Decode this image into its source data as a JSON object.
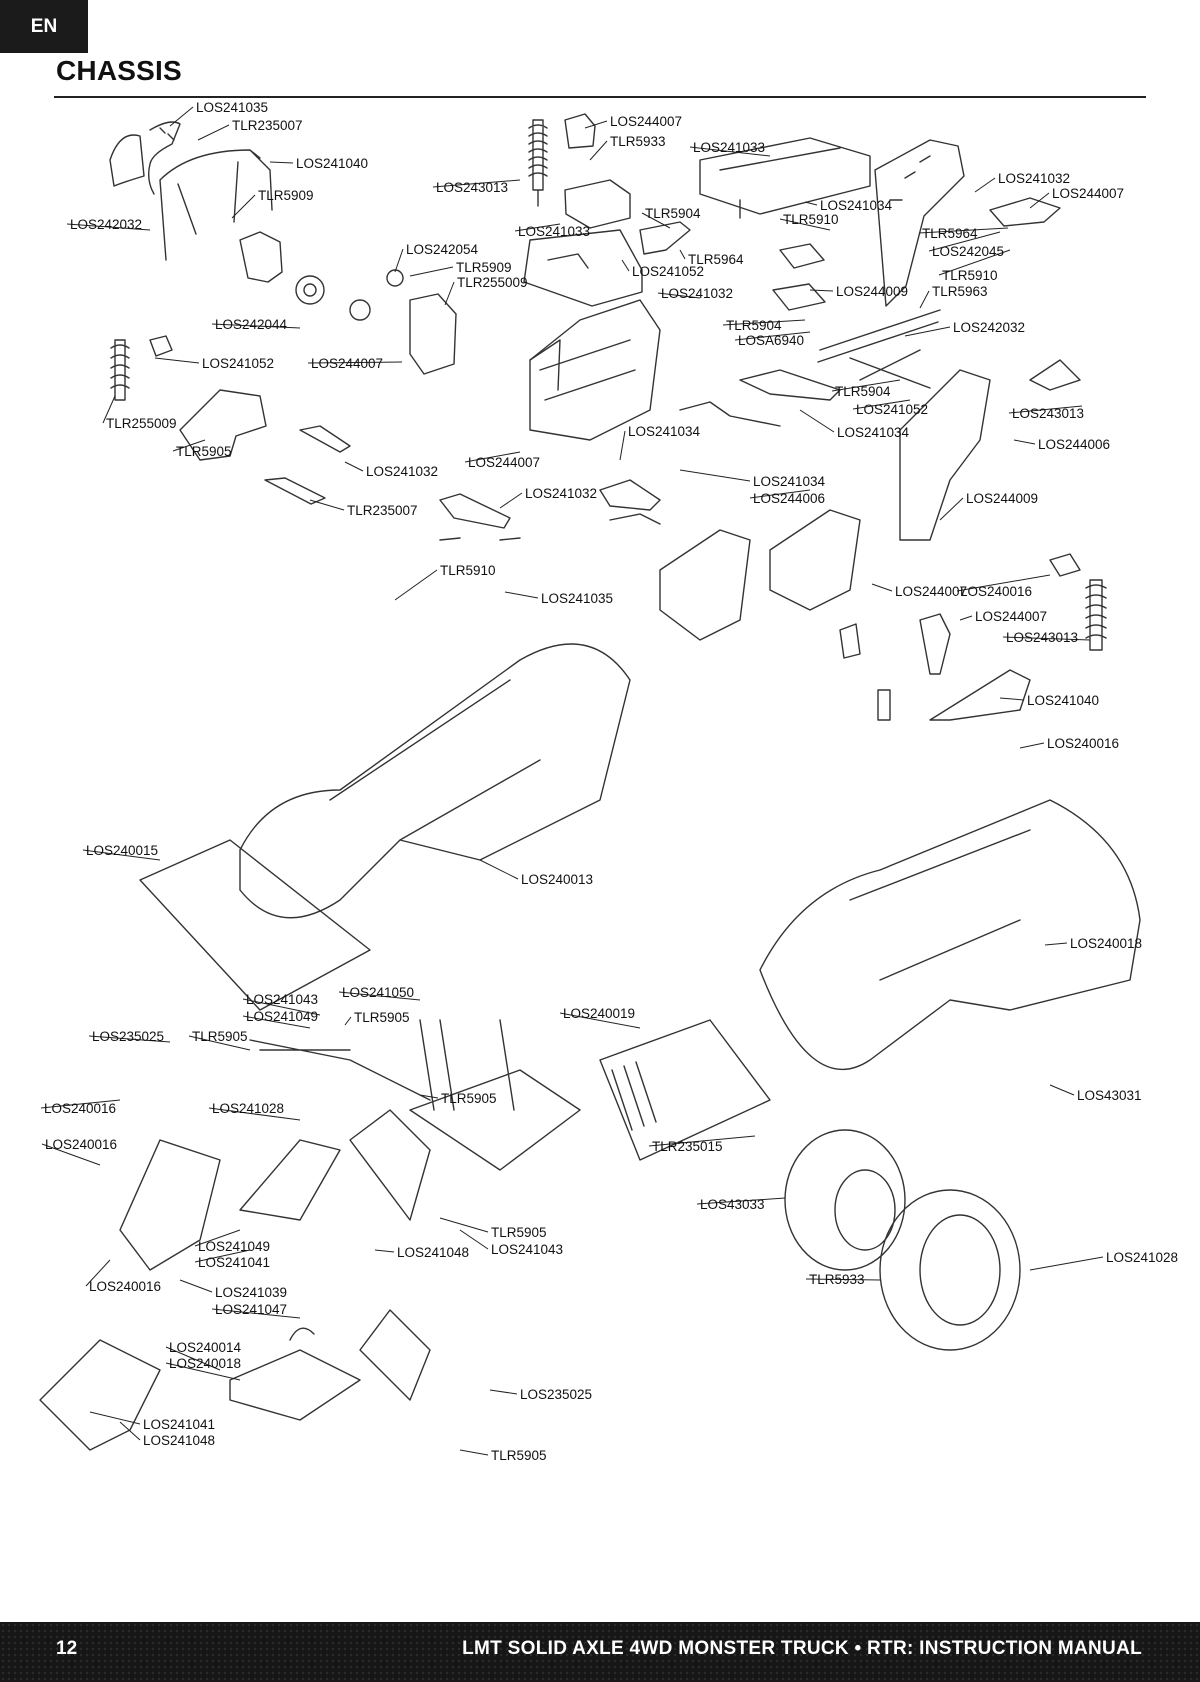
{
  "header": {
    "language": "EN",
    "title": "CHASSIS"
  },
  "footer": {
    "page_number": "12",
    "manual_title": "LMT SOLID AXLE 4WD MONSTER TRUCK • RTR: INSTRUCTION MANUAL"
  },
  "callouts": [
    "LOS241035",
    "TLR235007",
    "LOS241040",
    "LOS242032",
    "TLR5909",
    "LOS244007",
    "TLR5933",
    "LOS243013",
    "LOS241033",
    "LOS241033",
    "LOS241034",
    "TLR5910",
    "TLR5904",
    "LOS241052",
    "TLR5964",
    "LOS241032",
    "LOS244007",
    "TLR5964",
    "LOS242045",
    "LOS242054",
    "TLR5909",
    "TLR255009",
    "LOS241032",
    "LOS244009",
    "TLR5910",
    "LOS242044",
    "TLR5963",
    "TLR5904",
    "LOSA6940",
    "LOS242032",
    "LOS244007",
    "LOS241052",
    "TLR5904",
    "LOS241052",
    "LOS243013",
    "TLR255009",
    "LOS244006",
    "LOS241034",
    "TLR5905",
    "LOS241034",
    "LOS244007",
    "LOS241032",
    "LOS241034",
    "LOS244006",
    "LOS241032",
    "TLR235007",
    "LOS244009",
    "TLR5910",
    "LOS244007",
    "LOS240016",
    "LOS241035",
    "LOS244007",
    "LOS243013",
    "LOS241040",
    "LOS240016",
    "LOS240015",
    "LOS240013",
    "LOS240018",
    "LOS241050",
    "LOS241043",
    "LOS241049",
    "TLR5905",
    "LOS240019",
    "TLR5905",
    "LOS235025",
    "LOS240016",
    "TLR5905",
    "LOS241028",
    "LOS240016",
    "TLR235015",
    "LOS43033",
    "TLR5905",
    "LOS241043",
    "LOS241049",
    "LOS241041",
    "LOS241048",
    "LOS241028",
    "TLR5933",
    "LOS43031",
    "LOS240016",
    "LOS241039",
    "LOS241047",
    "LOS240014",
    "LOS240018",
    "LOS235025",
    "LOS241041",
    "LOS241048",
    "TLR5905"
  ]
}
